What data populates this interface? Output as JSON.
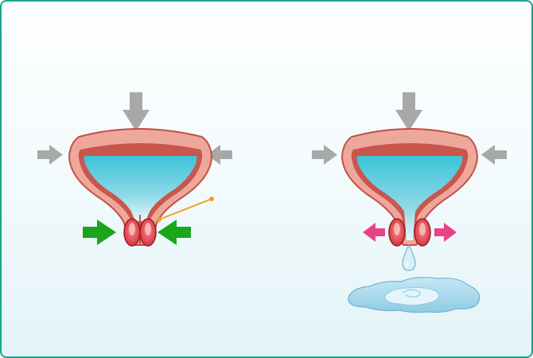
{
  "diagram": {
    "panels": [
      {
        "id": "left",
        "sphincter_state": "closed",
        "sphincter_arrows": "inward",
        "sphincter_arrow_color": "#1aa51a",
        "leakage": false
      },
      {
        "id": "right",
        "sphincter_state": "open",
        "sphincter_arrows": "outward",
        "sphincter_arrow_color": "#e8438a",
        "leakage": true
      }
    ],
    "colors": {
      "frame_border": "#1aa58c",
      "bladder_wall": "#eea79b",
      "bladder_outline": "#c44f45",
      "inner_lining": "#c9564d",
      "urine": "#29b6cf",
      "sphincter": "#d42c3b",
      "pressure_arrow": "#a8a8a8",
      "pointer_line": "#f3a21c",
      "puddle": "#a7d8ec"
    },
    "icons": [
      "pressure-arrow",
      "sphincter-arrow",
      "pointer-line",
      "drop",
      "puddle"
    ]
  }
}
